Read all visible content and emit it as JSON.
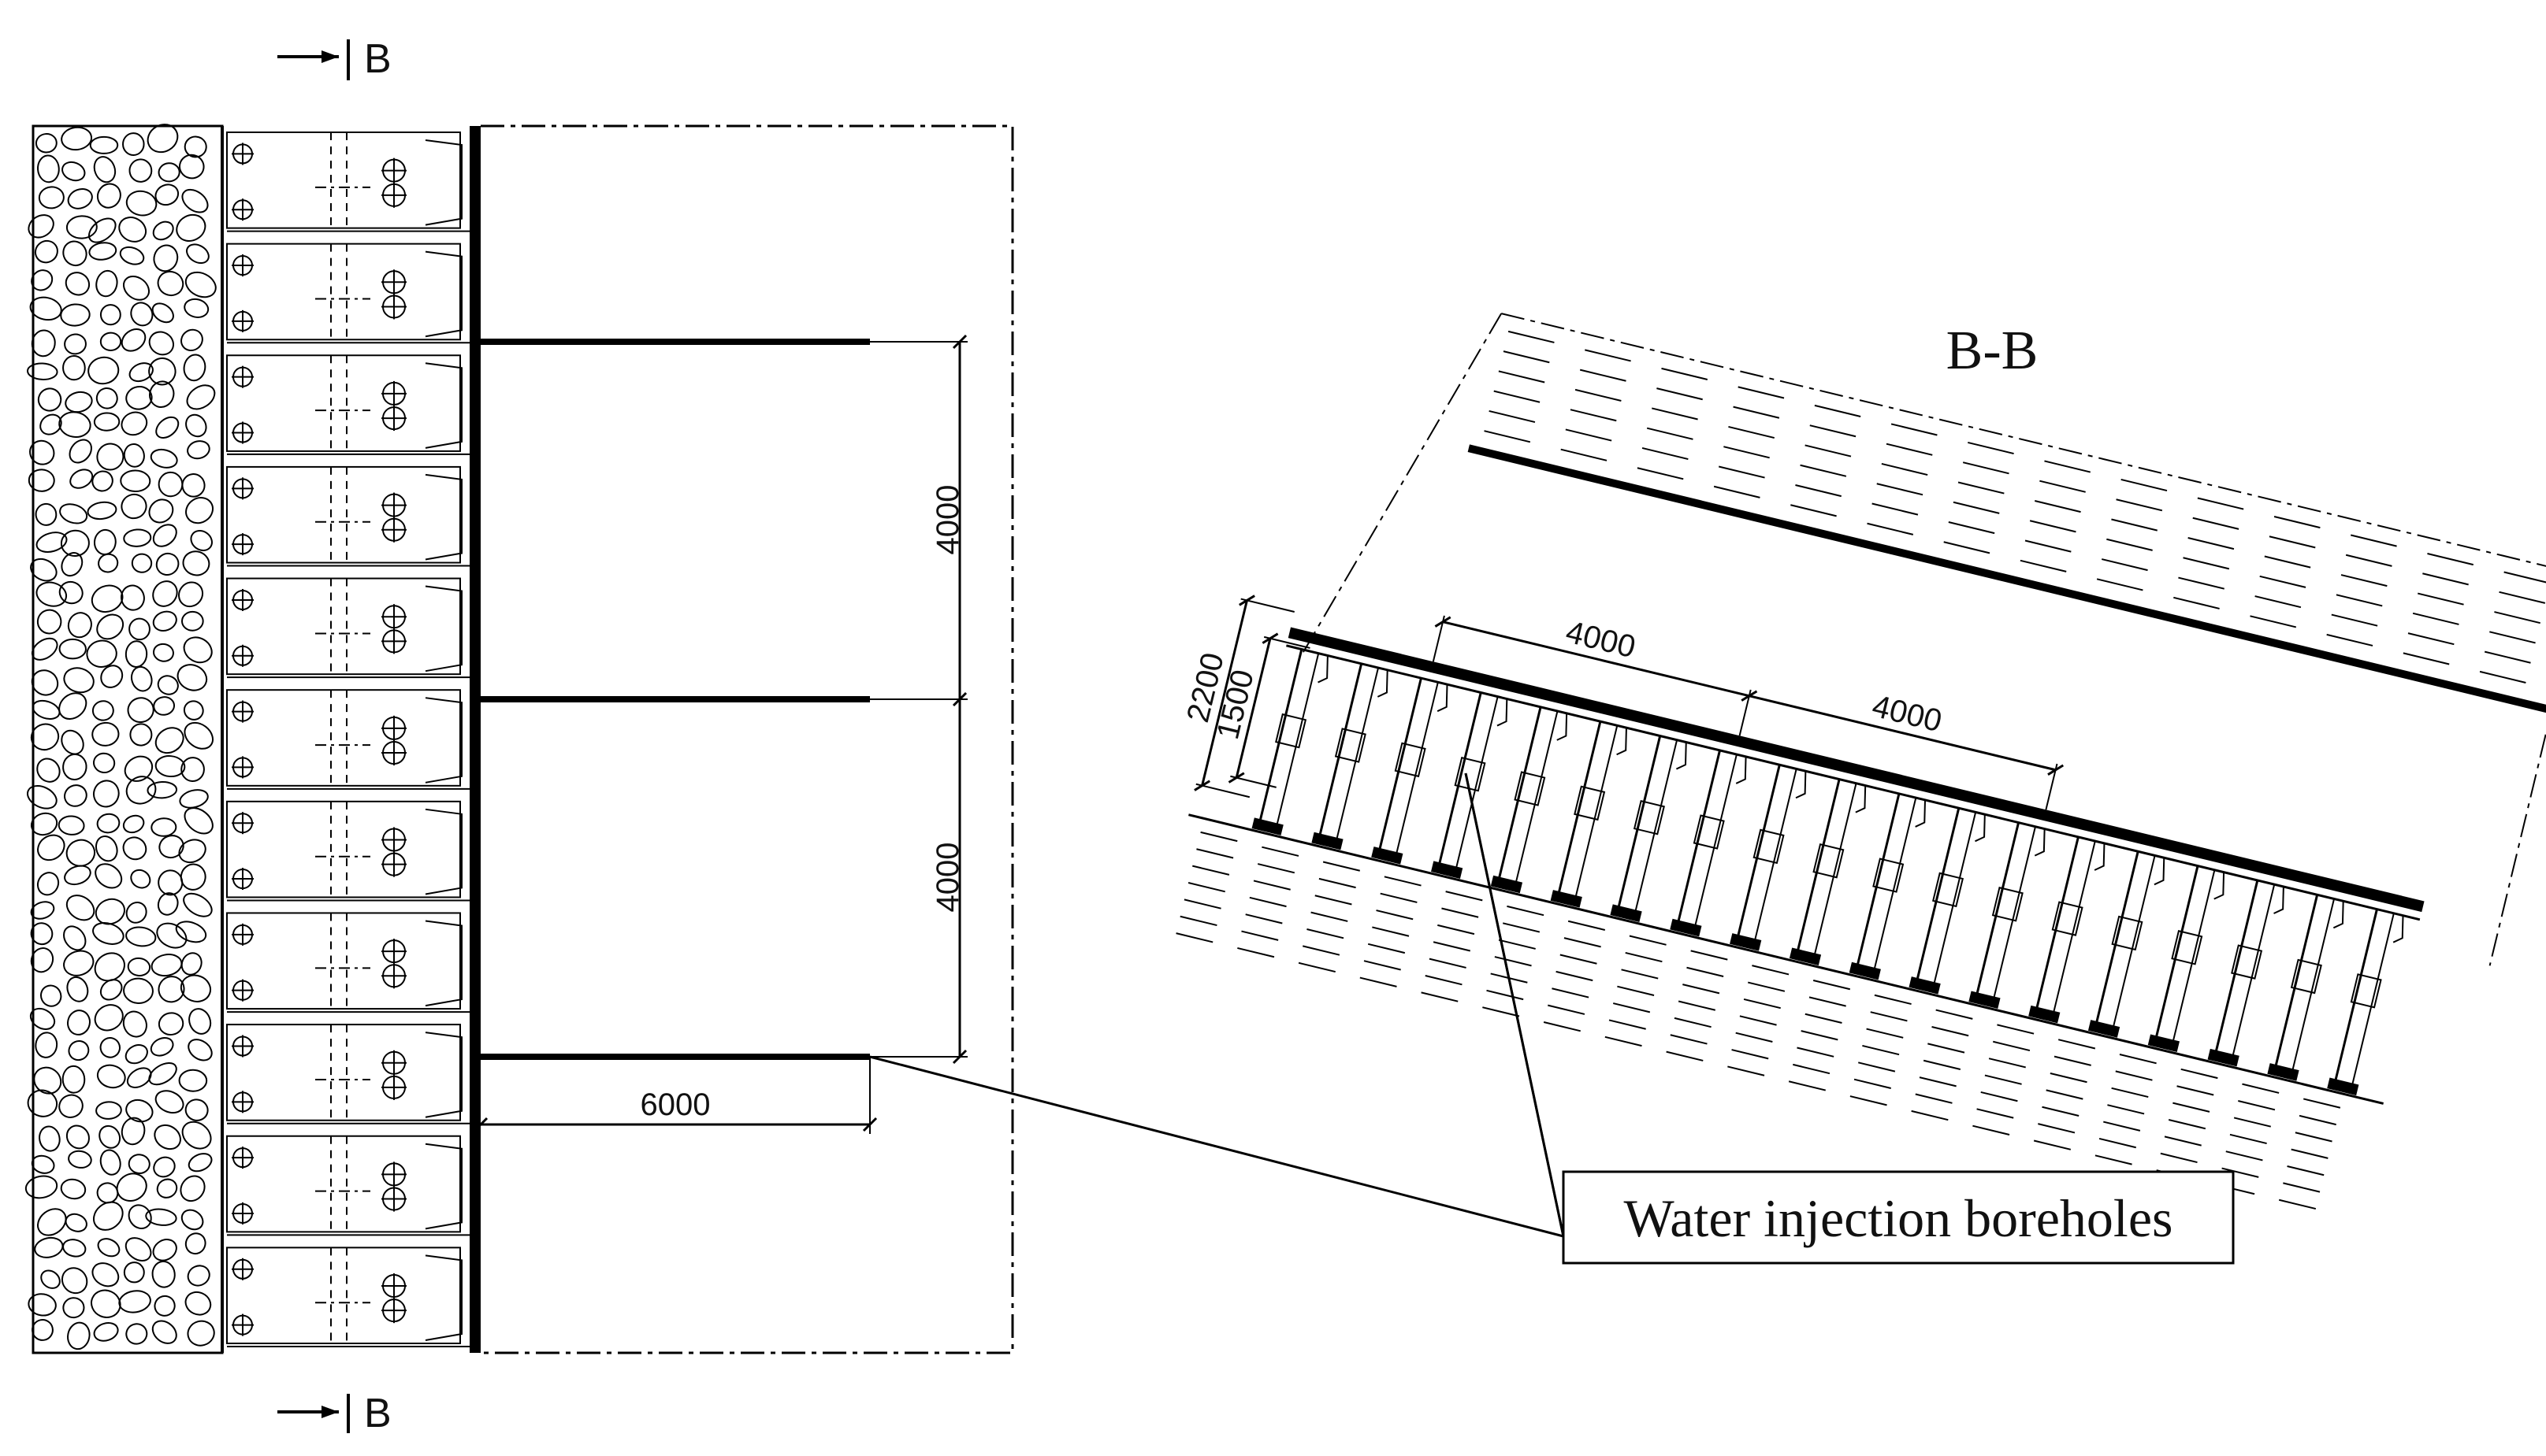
{
  "plan_view": {
    "section_marker_top": "B",
    "section_marker_bottom": "B",
    "dim_vertical_upper": "4000",
    "dim_vertical_lower": "4000",
    "dim_horizontal": "6000",
    "borehole_count": 3
  },
  "section_view": {
    "title": "B-B",
    "dim_spacing_1": "4000",
    "dim_spacing_2": "4000",
    "dim_height_outer": "2200",
    "dim_height_inner": "1500",
    "support_count": 19
  },
  "callout": {
    "label": "Water injection boreholes"
  }
}
